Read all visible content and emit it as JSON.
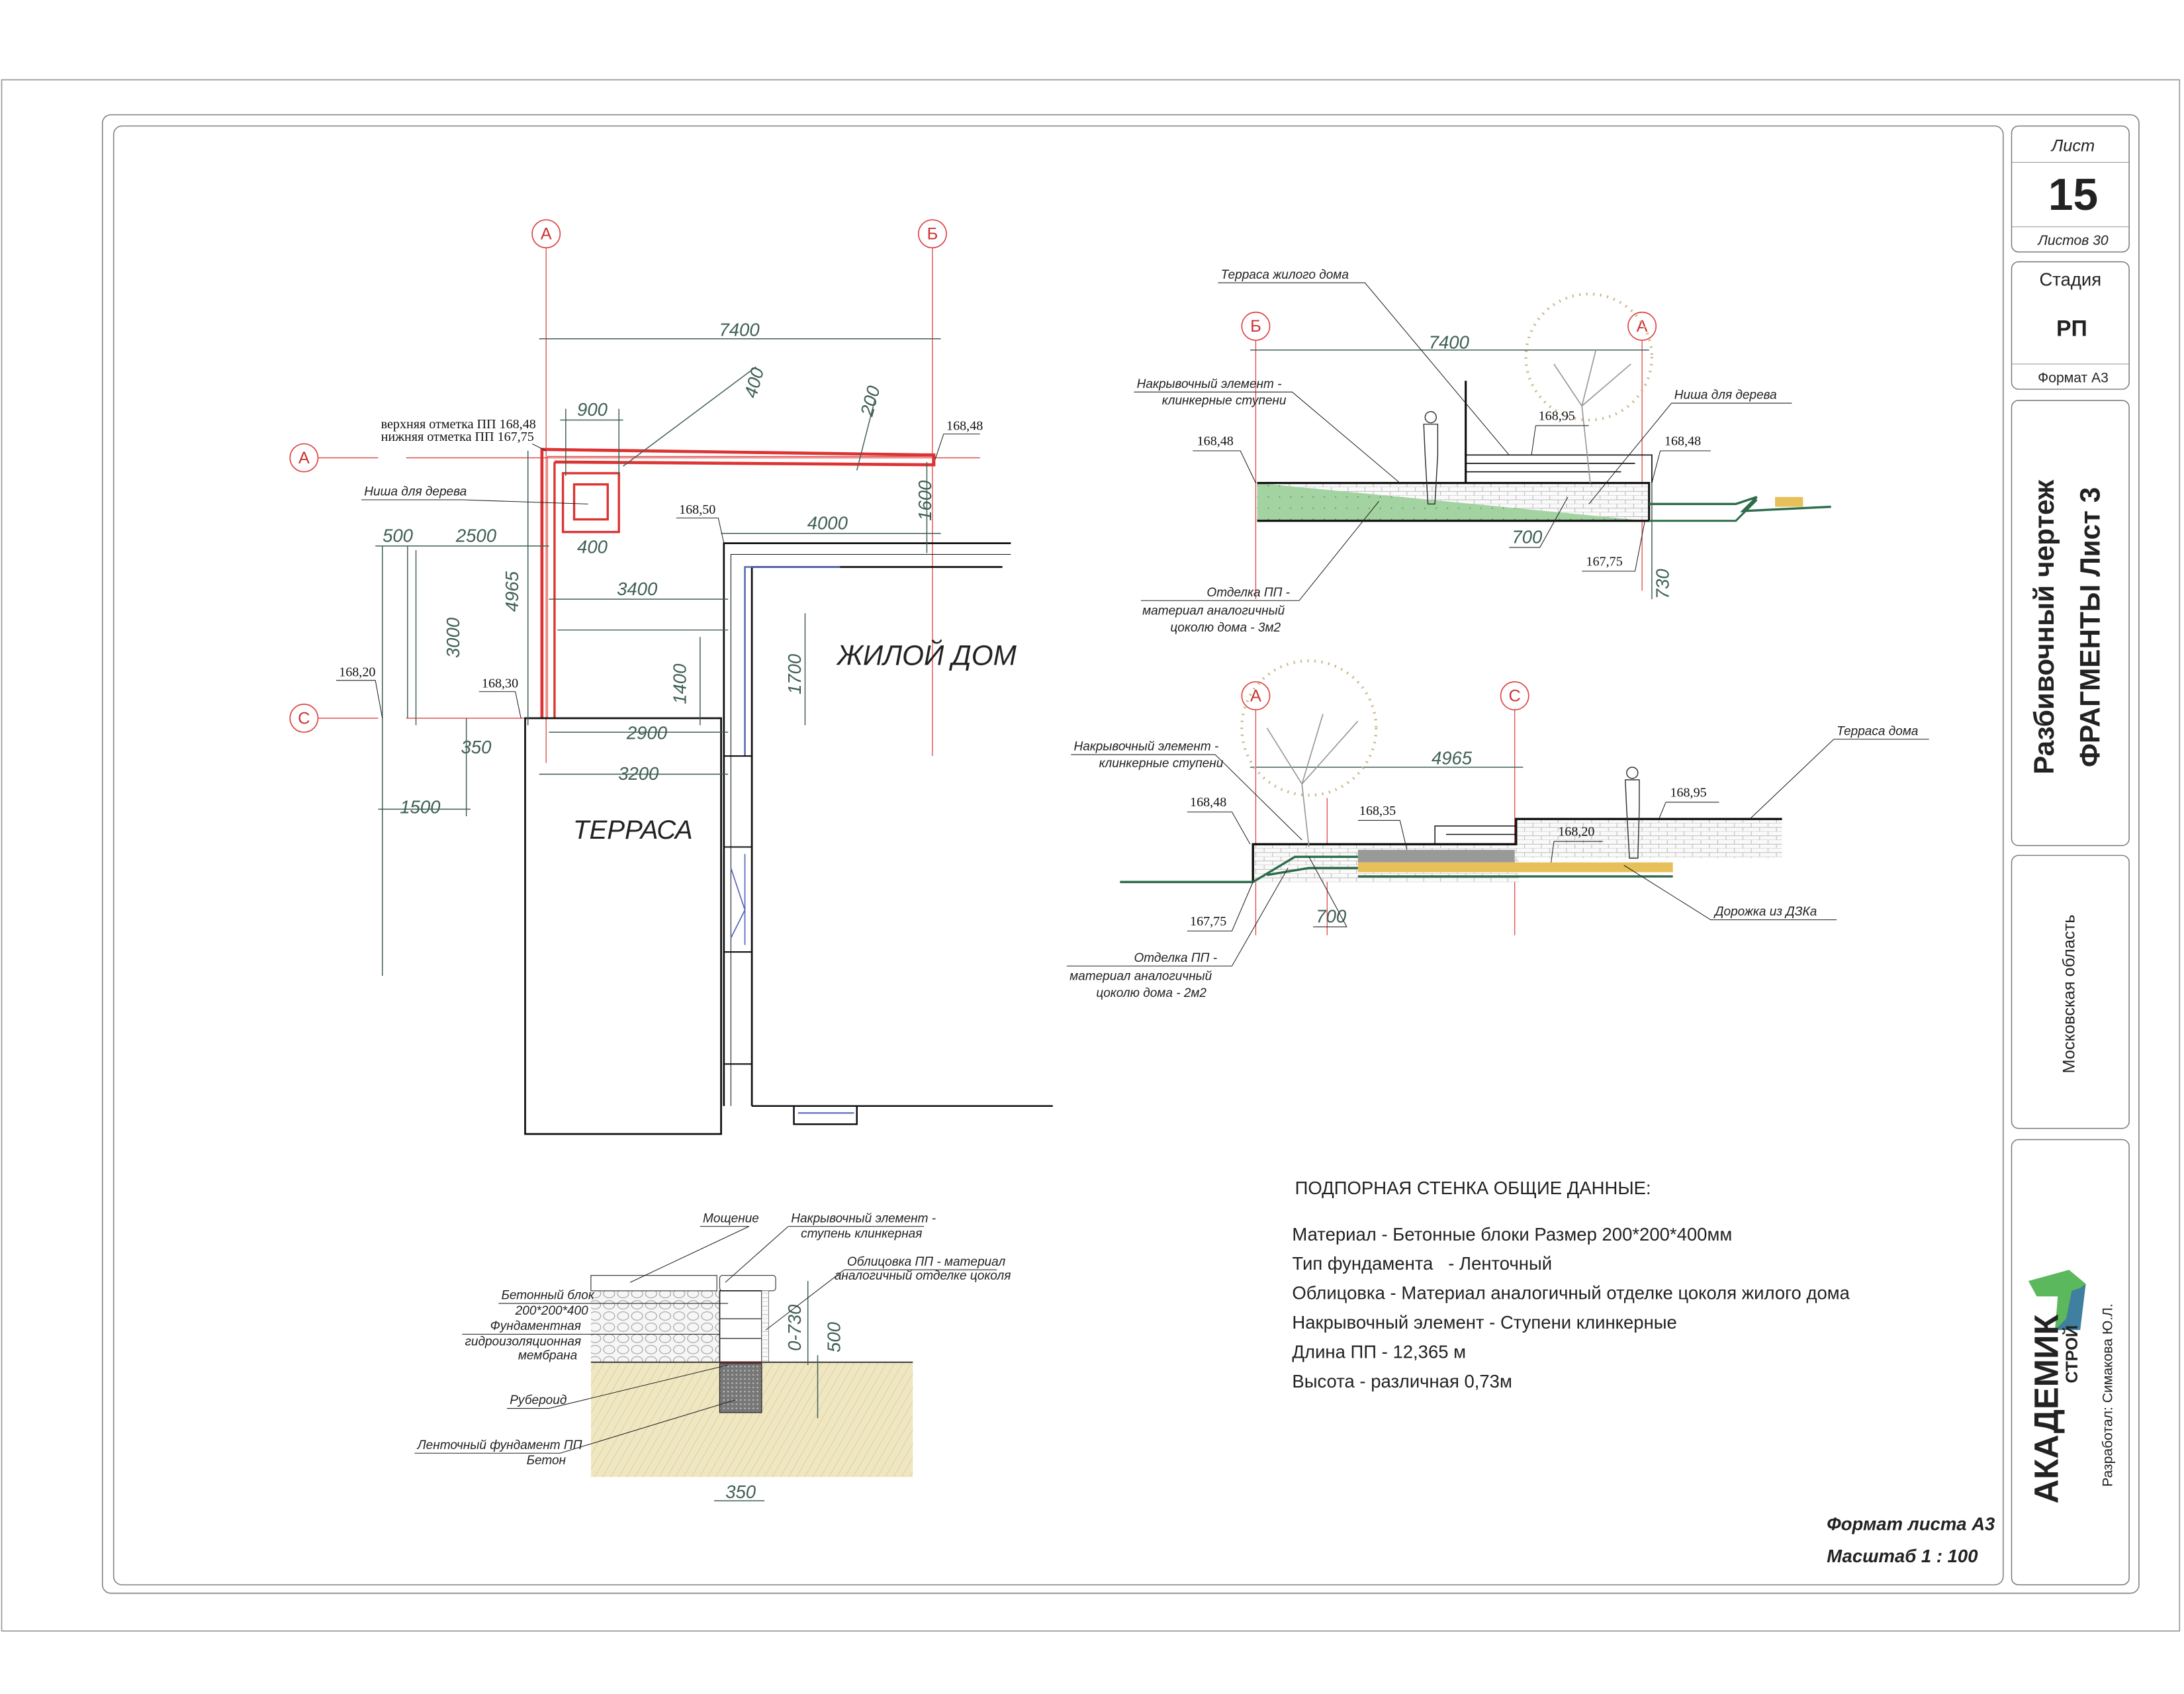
{
  "title_block": {
    "sheet_label": "Лист",
    "sheet_number": "15",
    "sheets_total": "Листов 30",
    "stage_label": "Стадия",
    "stage_value": "РП",
    "format": "Формат А3",
    "title_line1": "Разбивочный чертеж",
    "title_line2": "ФРАГМЕНТЫ Лист 3",
    "region": "Московская область",
    "logo_main": "АКАДЕМИК",
    "logo_sub": "СТРОЙ",
    "developer": "Разработал: Симакова Ю.Л."
  },
  "plan": {
    "axes": {
      "a": "А",
      "b": "Б",
      "c": "С"
    },
    "elev_note_top": "верхняя отметка ПП 168,48",
    "elev_note_bottom": "нижняя отметка ПП 167,75",
    "tree_niche": "Ниша для дерева",
    "house": "ЖИЛОЙ ДОМ",
    "terrace": "ТЕРРАСА",
    "dims": {
      "d7400": "7400",
      "d900": "900",
      "d400a": "400",
      "d200": "200",
      "d400b": "400",
      "d1600": "1600",
      "d4000": "4000",
      "d500": "500",
      "d2500": "2500",
      "d4965": "4965",
      "d3000": "3000",
      "d3400": "3400",
      "d1400": "1400",
      "d1700": "1700",
      "d2900": "2900",
      "d350": "350",
      "d3200": "3200",
      "d1500": "1500"
    },
    "elevations": {
      "e16848": "168,48",
      "e16850": "168,50",
      "e16820": "168,20",
      "e16830": "168,30"
    }
  },
  "section1": {
    "axis_left": "Б",
    "axis_right": "А",
    "dim_span": "7400",
    "terrace_label": "Терраса жилого дома",
    "cap_label_1": "Накрывочный элемент -",
    "cap_label_2": "клинкерные ступени",
    "niche_label": "Ниша для дерева",
    "elev_left": "168,48",
    "elev_terrace": "168,95",
    "elev_right": "168,48",
    "elev_bottom": "167,75",
    "dim_700": "700",
    "dim_730": "730",
    "finish_1": "Отделка ПП -",
    "finish_2": "материал аналогичный",
    "finish_3": "цоколю дома - 3м2"
  },
  "section2": {
    "axis_left": "А",
    "axis_right": "С",
    "dim_span": "4965",
    "cap_label_1": "Накрывочный элемент -",
    "cap_label_2": "клинкерные ступени",
    "terrace_label": "Терраса дома",
    "elev_left": "168,48",
    "elev_mid": "168,35",
    "elev_terrace": "168,95",
    "elev_path": "168,20",
    "elev_bottom": "167,75",
    "dim_700": "700",
    "path_label": "Дорожка из ДЗКа",
    "finish_1": "Отделка ПП -",
    "finish_2": "материал аналогичный",
    "finish_3": "цоколю дома - 2м2"
  },
  "detail": {
    "paving": "Мощение",
    "cap_1": "Накрывочный элемент -",
    "cap_2": "ступень клинкерная",
    "cladding_1": "Облицовка ПП - материал",
    "cladding_2": "аналогичный отделке цоколя",
    "block_1": "Бетонный блок",
    "block_2": "200*200*400",
    "membrane_1": "Фундаментная",
    "membrane_2": "гидроизоляционная",
    "membrane_3": "мембрана",
    "roofing": "Рубероид",
    "foundation_1": "Ленточный фундамент ПП",
    "foundation_2": "Бетон",
    "dim_height": "0-730",
    "dim_500": "500",
    "dim_350": "350"
  },
  "notes": {
    "heading": "ПОДПОРНАЯ СТЕНКА ОБЩИЕ ДАННЫЕ:",
    "lines": [
      "Материал - Бетонные блоки Размер 200*200*400мм",
      "Тип фундамента   - Ленточный",
      "Облицовка - Материал аналогичный отделке цоколя жилого дома",
      "Накрывочный элемент - Ступени клинкерные",
      "Длина ПП - 12,365 м",
      "Высота - различная 0,73м"
    ]
  },
  "footer": {
    "sheet_format": "Формат листа А3",
    "scale": "Масштаб 1 : 100"
  },
  "colors": {
    "wall": "#d33333",
    "axis": "#cc3333",
    "dimension": "#3f5f55",
    "grass": "#9ccf9a",
    "sand": "#eadfb0",
    "logo_green": "#5cb85c",
    "logo_blue": "#3f7f9f"
  }
}
